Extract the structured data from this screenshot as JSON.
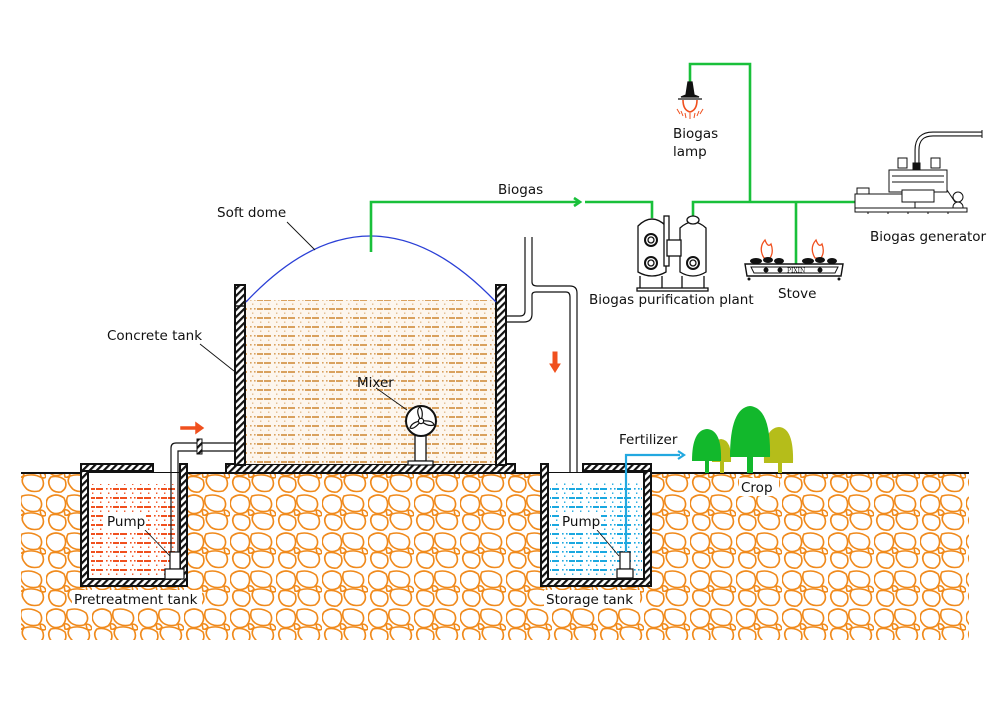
{
  "title": "Biogas plant system diagram",
  "colors": {
    "gas_line": "#19c03a",
    "dome": "#2a3fd6",
    "digester_slurry": "#d9a15e",
    "pretreatment_liquid": "#f0501e",
    "storage_liquid": "#1aa8e0",
    "fertilizer_line": "#22a8e0",
    "soil": "#f08a1c",
    "flow_arrow": "#f0501e",
    "tree_green": "#12b82c",
    "tree_olive": "#b5bd1a",
    "flame": "#f0501e"
  },
  "labels": {
    "soft_dome": "Soft dome",
    "concrete_tank": "Concrete tank",
    "mixer": "Mixer",
    "biogas": "Biogas",
    "biogas_lamp_line1": "Biogas",
    "biogas_lamp_line2": "lamp",
    "purification_plant": "Biogas purification plant",
    "stove": "Stove",
    "generator": "Biogas generator",
    "fertilizer": "Fertilizer",
    "crop": "Crop",
    "pump_left": "Pump",
    "pump_right": "Pump",
    "pretreatment_tank": "Pretreatment tank",
    "storage_tank": "Storage tank",
    "stove_brand": "PIXIN"
  }
}
